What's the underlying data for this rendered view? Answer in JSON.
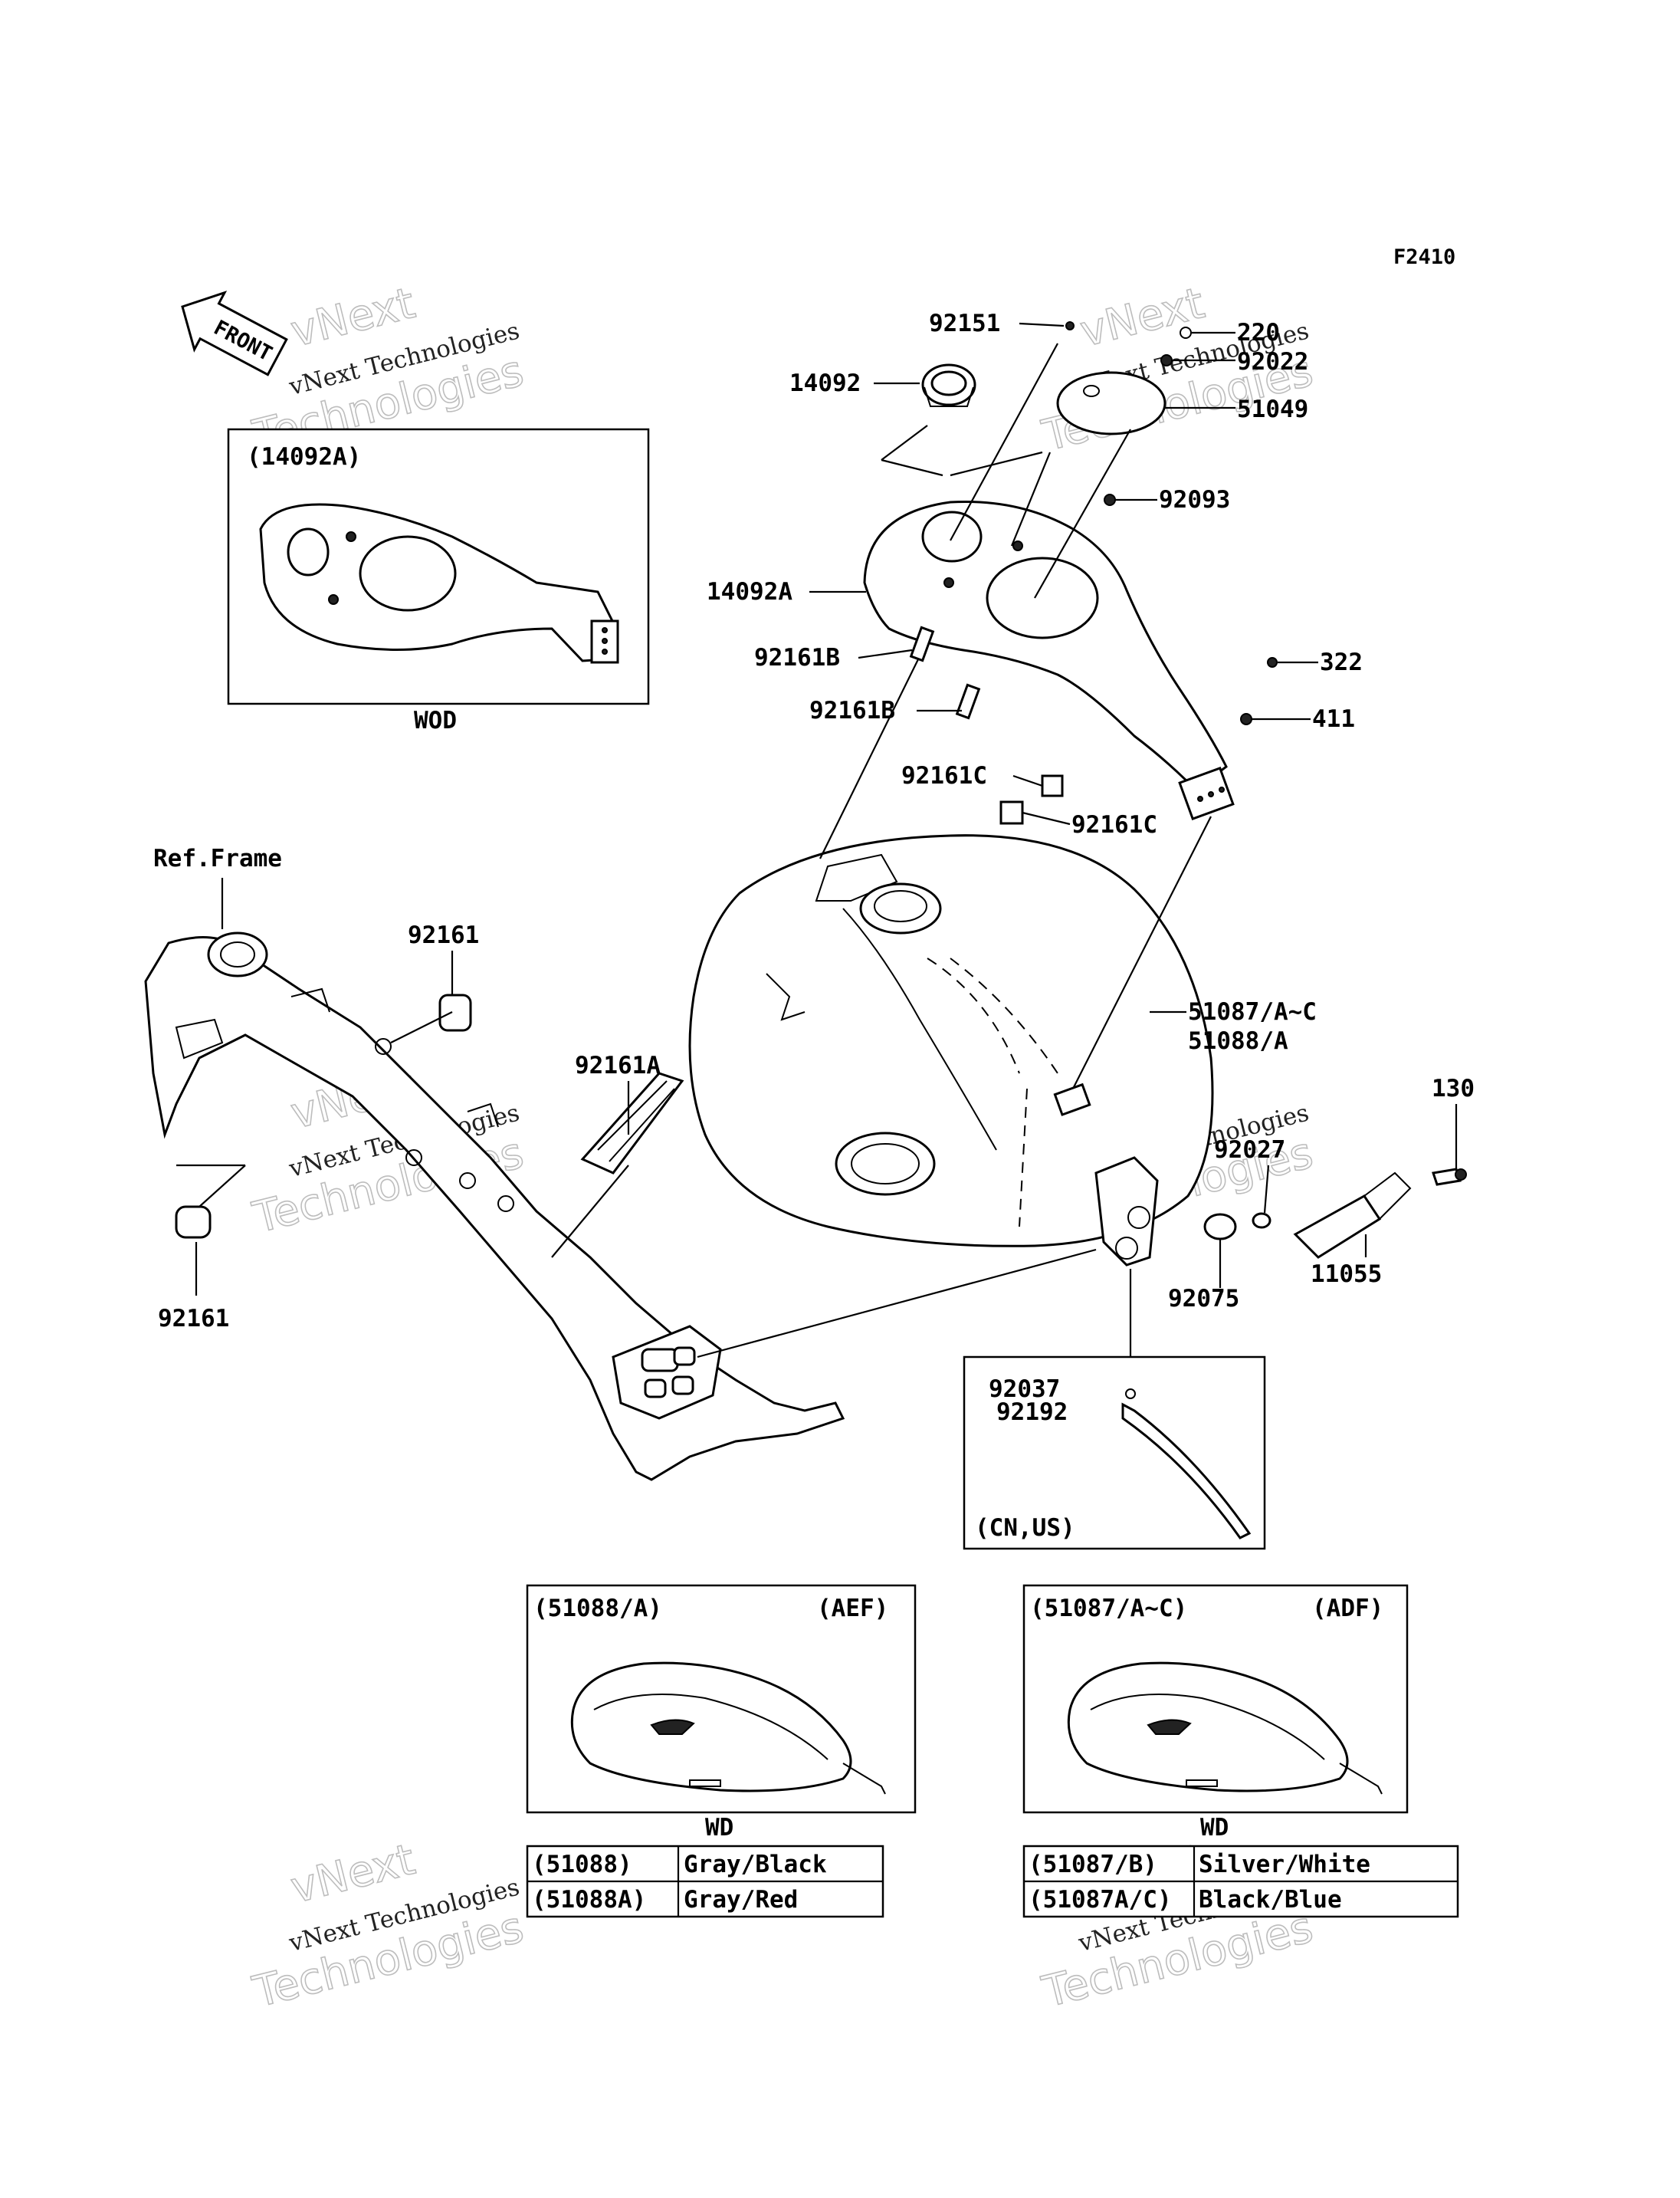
{
  "figure_id": "F2410",
  "front_label": "FRONT",
  "ref_frame_label": "Ref.Frame",
  "watermark": {
    "line1": "vNext",
    "line2": "vNext Technologies",
    "line3": "Technologies"
  },
  "parts": {
    "p92151": "92151",
    "p220": "220",
    "p92022": "92022",
    "p51049": "51049",
    "p14092": "14092",
    "p92093": "92093",
    "p14092A": "14092A",
    "p92161B_1": "92161B",
    "p92161B_2": "92161B",
    "p322": "322",
    "p411": "411",
    "p92161C_1": "92161C",
    "p92161C_2": "92161C",
    "p92161_top": "92161",
    "p92161_bot": "92161",
    "p92161A": "92161A",
    "p51087": "51087/A~C",
    "p51088": "51088/A",
    "p130": "130",
    "p92027": "92027",
    "p11055": "11055",
    "p92075": "92075",
    "p92037": "92037",
    "p92192": "92192"
  },
  "inset_cover": {
    "header": "(14092A)",
    "caption": "WOD"
  },
  "inset_hose": {
    "footer": "(CN,US)"
  },
  "inset_left": {
    "header": "(51088/A)",
    "code": "(AEF)",
    "caption": "WD",
    "table": [
      [
        "(51088)",
        "Gray/Black"
      ],
      [
        "(51088A)",
        "Gray/Red"
      ]
    ]
  },
  "inset_right": {
    "header": "(51087/A~C)",
    "code": "(ADF)",
    "caption": "WD",
    "table": [
      [
        "(51087/B)",
        "Silver/White"
      ],
      [
        "(51087A/C)",
        "Black/Blue"
      ]
    ]
  }
}
